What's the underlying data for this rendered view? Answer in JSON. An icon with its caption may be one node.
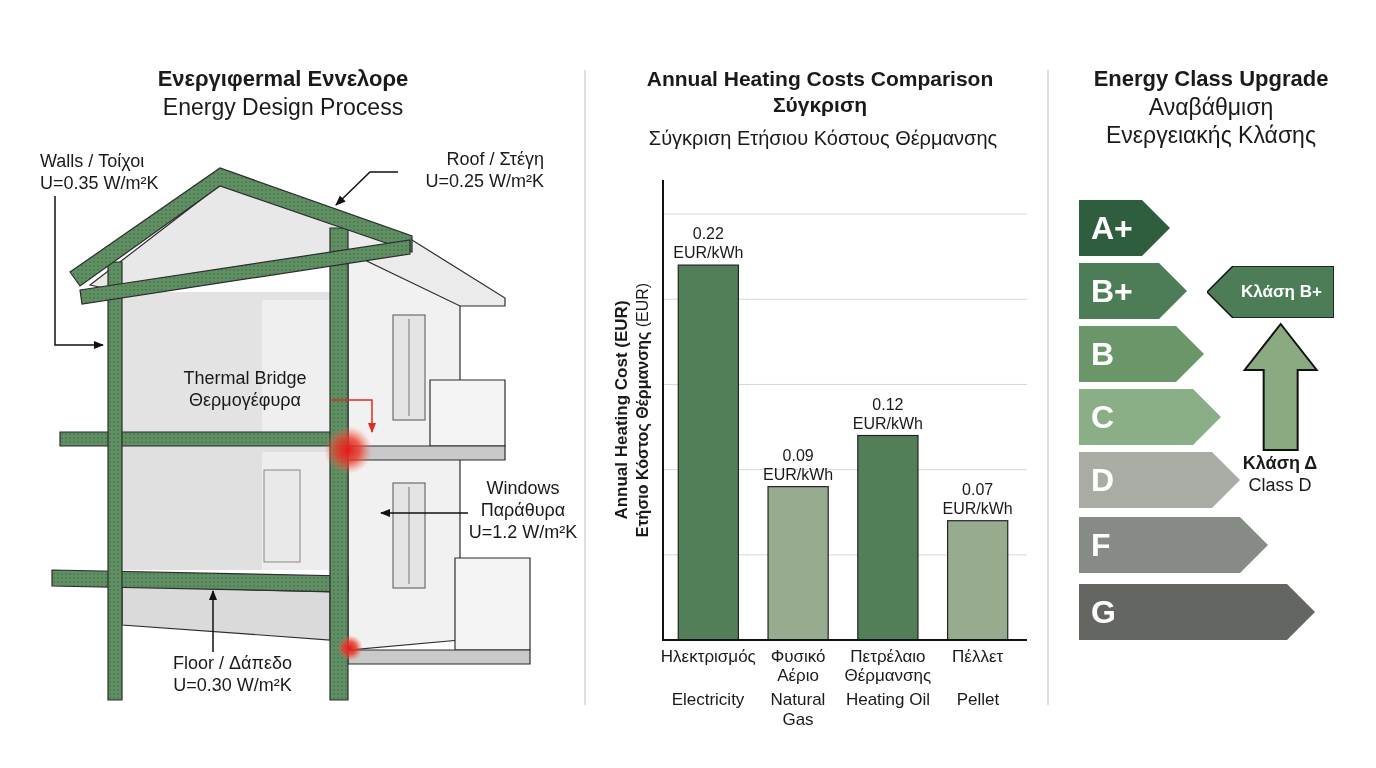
{
  "diagram": {
    "title": "Ενεργιφermal Ενvελορe",
    "nodes": [
      {
        "text": [
          "Walls / Τοίχοι",
          "U=0.35 W/m²K"
        ]
      },
      {
        "text": [
          "Roof / Στέγη",
          "U=0.25 W/m²K"
        ]
      },
      {
        "text": [
          "Thermal Bridge",
          "Θερμογέφυρα"
        ]
      },
      {
        "text": [
          "Windows",
          "Παράθυρα",
          "U=1.2 W/m²K"
        ]
      },
      {
        "text": [
          "Floor / Δάπεδο",
          "U=0.30 W/m²K"
        ]
      },
      {
        "text": [
          "A+"
        ]
      },
      {
        "text": [
          "B+"
        ]
      },
      {
        "text": [
          "B"
        ]
      },
      {
        "text": [
          "C"
        ]
      },
      {
        "text": [
          "D"
        ]
      },
      {
        "text": [
          "F"
        ]
      },
      {
        "text": [
          "G"
        ]
      },
      {
        "text": [
          "Κλάση B+"
        ]
      },
      {
        "text": [
          "Κλάση Δ",
          "Class D"
        ]
      }
    ],
    "edges": [
      {
        "from": 0,
        "to": null,
        "arrow": "to"
      },
      {
        "from": 1,
        "to": null,
        "arrow": "to"
      },
      {
        "from": 2,
        "to": null,
        "arrow": "to",
        "color": "#e02b20"
      },
      {
        "from": 3,
        "to": null,
        "arrow": "to"
      },
      {
        "from": 4,
        "to": null,
        "arrow": "to"
      },
      {
        "from": 13,
        "to": 12,
        "arrow": "to",
        "style": "thick",
        "color": "#8aaa82"
      }
    ],
    "labels": [
      "Energy Design Process",
      "Σύγκριση Ετήσιου Κόστους Θέρμανσης",
      "Energy Class Upgrade",
      "Αναβάθμιση Ενεργειακής Κλάσης",
      "**Ετήσιο Κόστος Θέρμανσης** (EUR)",
      "Electricity",
      "Natural Gas",
      "Heating Oil",
      "Pellet",
      "EUR/kWh",
      "EUR/kWh",
      "EUR/kWh",
      "EUR/kWh"
    ],
    "chart_data": {
      "type": "bar",
      "title": "Annual Heating Costs Comparison Σύγκριση",
      "ylabel": "Annual Heating Cost (EUR)",
      "categories": [
        "Ηλεκτρισμός",
        "Φυσικό Αέριο",
        "Πετρέλαιο Θέρμανσης",
        "Πέλλετ"
      ],
      "series": [
        {
          "color": "#537f58",
          "values": [
            0.22,
            null,
            0.12,
            null
          ]
        },
        {
          "color": "#97ac8f",
          "values": [
            null,
            0.09,
            null,
            0.07
          ]
        }
      ],
      "data_labels": true
    }
  }
}
